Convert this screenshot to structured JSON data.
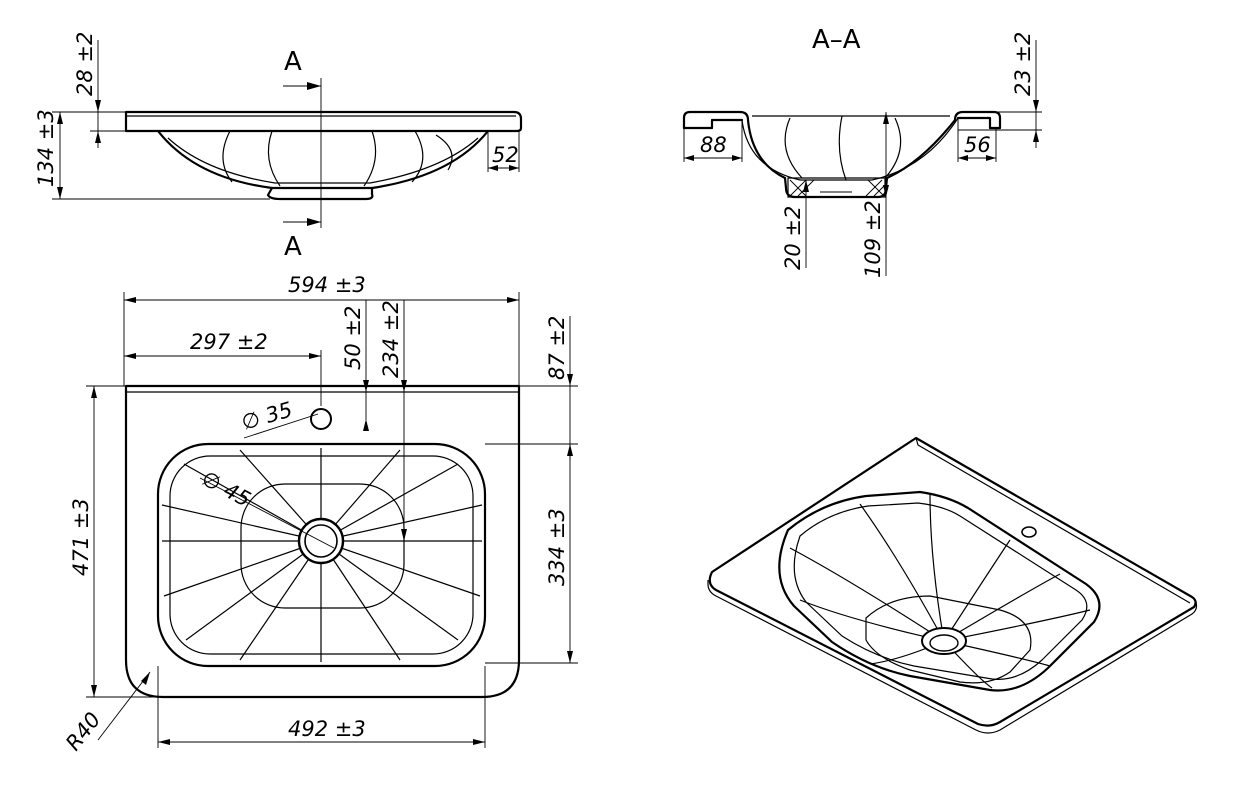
{
  "section_labels": {
    "top": "A",
    "bottom": "A",
    "title": "A–A"
  },
  "side_view": {
    "height_total": "134 ±3",
    "rim_height": "28 ±2",
    "rim_offset": "52"
  },
  "section_view": {
    "rim_left": "88",
    "rim_right": "56",
    "top_offset": "23 ±2",
    "bottom_thickness": "20 ±2",
    "depth": "109 ±2"
  },
  "plan_view": {
    "width": "594 ±3",
    "half_width": "297 ±2",
    "hole_offset": "50 ±2",
    "drain_offset": "234 ±2",
    "bowl_offset_top": "87 ±2",
    "depth": "471 ±3",
    "bowl_depth": "334 ±3",
    "bowl_width": "492 ±3",
    "corner_radius": "R40",
    "tap_hole": "∅ 35",
    "drain_hole": "∅ 45"
  }
}
